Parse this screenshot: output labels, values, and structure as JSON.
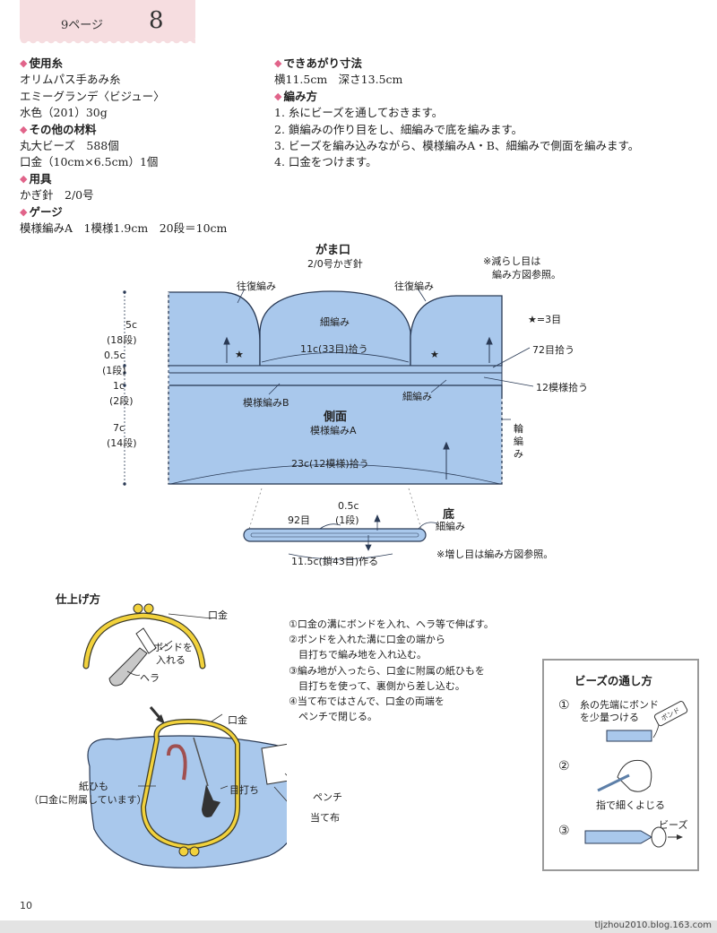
{
  "header": {
    "page_ref": "9ページ",
    "pattern_number": "8"
  },
  "materials": {
    "yarn_heading": "使用糸",
    "yarn_lines": [
      "オリムパス手あみ糸",
      "エミーグランデ〈ビジュー〉",
      "水色（201）30g"
    ],
    "other_heading": "その他の材料",
    "other_lines": [
      "丸大ビーズ　588個",
      "口金（10cm×6.5cm）1個"
    ],
    "tool_heading": "用具",
    "tool_lines": [
      "かぎ針　2/0号"
    ],
    "gauge_heading": "ゲージ",
    "gauge_lines": [
      "模様編みA　1模様1.9cm　20段＝10cm"
    ]
  },
  "finished": {
    "size_heading": "できあがり寸法",
    "size_line": "横11.5cm　深さ13.5cm",
    "method_heading": "編み方",
    "method_lines": [
      "1. 糸にビーズを通しておきます。",
      "2. 鎖編みの作り目をし、細編みで底を編みます。",
      "3. ビーズを編み込みながら、模様編みA・B、細編みで側面を編みます。",
      "4. 口金をつけます。"
    ]
  },
  "diagram": {
    "title": "がま口",
    "hook": "2/0号かぎ針",
    "note_decrease": [
      "※減らし目は",
      "編み方図参照。"
    ],
    "star_note": "★=3目",
    "back_forth_left": "往復編み",
    "back_forth_right": "往復編み",
    "single_crochet_top": "細編み",
    "pickup_11c": "11c(33目)拾う",
    "pickup_72": "72目拾う",
    "pickup_12pattern": "12模様拾う",
    "pattern_b": "模様編みB",
    "single_crochet_mid": "細編み",
    "side_title": "側面",
    "pattern_a": "模様編みA",
    "round_knit": [
      "輪",
      "編",
      "み"
    ],
    "pickup_23c": "23c(12模様)拾う",
    "left_dims": [
      {
        "c": "5c",
        "rows": "(18段)"
      },
      {
        "c": "0.5c",
        "rows": "(1段)"
      },
      {
        "c": "1c",
        "rows": "(2段)"
      },
      {
        "c": "7c",
        "rows": "(14段)"
      }
    ],
    "bottom_title": "底",
    "bottom_sc": "細編み",
    "bottom_92": "92目",
    "bottom_05c": "0.5c",
    "bottom_1row": "(1段)",
    "bottom_chain": "11.5c(鎖43目)作る",
    "note_increase": "※増し目は編み方図参照。"
  },
  "finishing": {
    "title": "仕上げ方",
    "label_kuchigane_1": "口金",
    "label_bond": [
      "ボンドを",
      "入れる"
    ],
    "label_hera": "ヘラ",
    "label_kuchigane_2": "口金",
    "label_paper_cord": "紙ひも",
    "label_paper_cord_note": "（口金に附属しています）",
    "label_meuchi": "目打ち",
    "label_pliers": "ペンチ",
    "label_cloth": "当て布",
    "steps": [
      "①口金の溝にボンドを入れ、ヘラ等で伸ばす。",
      "②ボンドを入れた溝に口金の端から",
      "　目打ちで編み地を入れ込む。",
      "③編み地が入ったら、口金に附属の紙ひもを",
      "　目打ちを使って、裏側から差し込む。",
      "④当て布ではさんで、口金の両端を",
      "　ペンチで閉じる。"
    ]
  },
  "beads": {
    "title": "ビーズの通し方",
    "step1_num": "①",
    "step1_text": [
      "糸の先端にボンド",
      "を少量つける"
    ],
    "bond_tag": "ボンド",
    "step2_num": "②",
    "step2_text": "指で細くよじる",
    "step3_num": "③",
    "step3_label": "ビーズ"
  },
  "footer": {
    "page_number": "10",
    "url": "tljzhou2010.blog.163.com"
  },
  "colors": {
    "fabric_blue": "#a9c8ec",
    "pink_tab": "#f6dde0",
    "accent_pink": "#e1648a",
    "frame_yellow": "#f2d23c"
  }
}
